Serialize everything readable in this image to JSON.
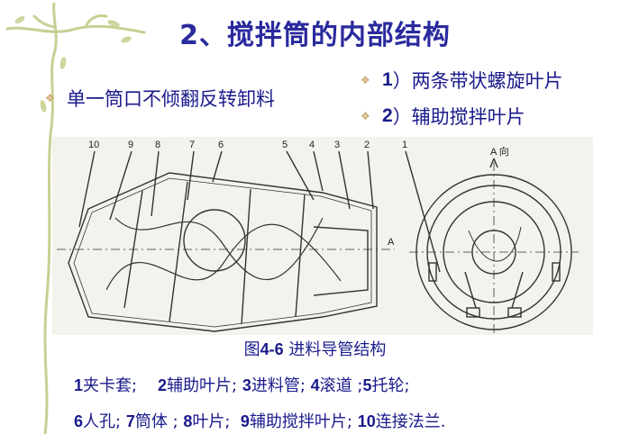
{
  "slide": {
    "title": "2、搅拌筒的内部结构",
    "left_bullet": "单一筒口不倾翻反转卸料",
    "right_bullets": [
      {
        "num": "1",
        "text": "）两条带状螺旋叶片"
      },
      {
        "num": "2",
        "text": "）辅助搅拌叶片"
      }
    ],
    "figure_caption": {
      "prefix": "图",
      "num": "4-6",
      "text": " 进料导管结构"
    },
    "drawing_labels": [
      "10",
      "9",
      "8",
      "7",
      "6",
      "5",
      "4",
      "3",
      "2",
      "1"
    ],
    "drawing_view_label": "A 向",
    "drawing_axis_label": "A",
    "legend_line1": [
      {
        "n": "1",
        "t": "夹卡套;"
      },
      {
        "n": "2",
        "t": "辅助叶片;"
      },
      {
        "n": "3",
        "t": "进料管;"
      },
      {
        "n": "4",
        "t": "滚道 ;"
      },
      {
        "n": "5",
        "t": "托轮;"
      }
    ],
    "legend_line2": [
      {
        "n": "6",
        "t": "人孔;"
      },
      {
        "n": "7",
        "t": "筒体 ;"
      },
      {
        "n": "8",
        "t": "叶片;"
      },
      {
        "n": "9",
        "t": "辅助搅拌叶片;"
      },
      {
        "n": "10",
        "t": "连接法兰."
      }
    ]
  }
}
